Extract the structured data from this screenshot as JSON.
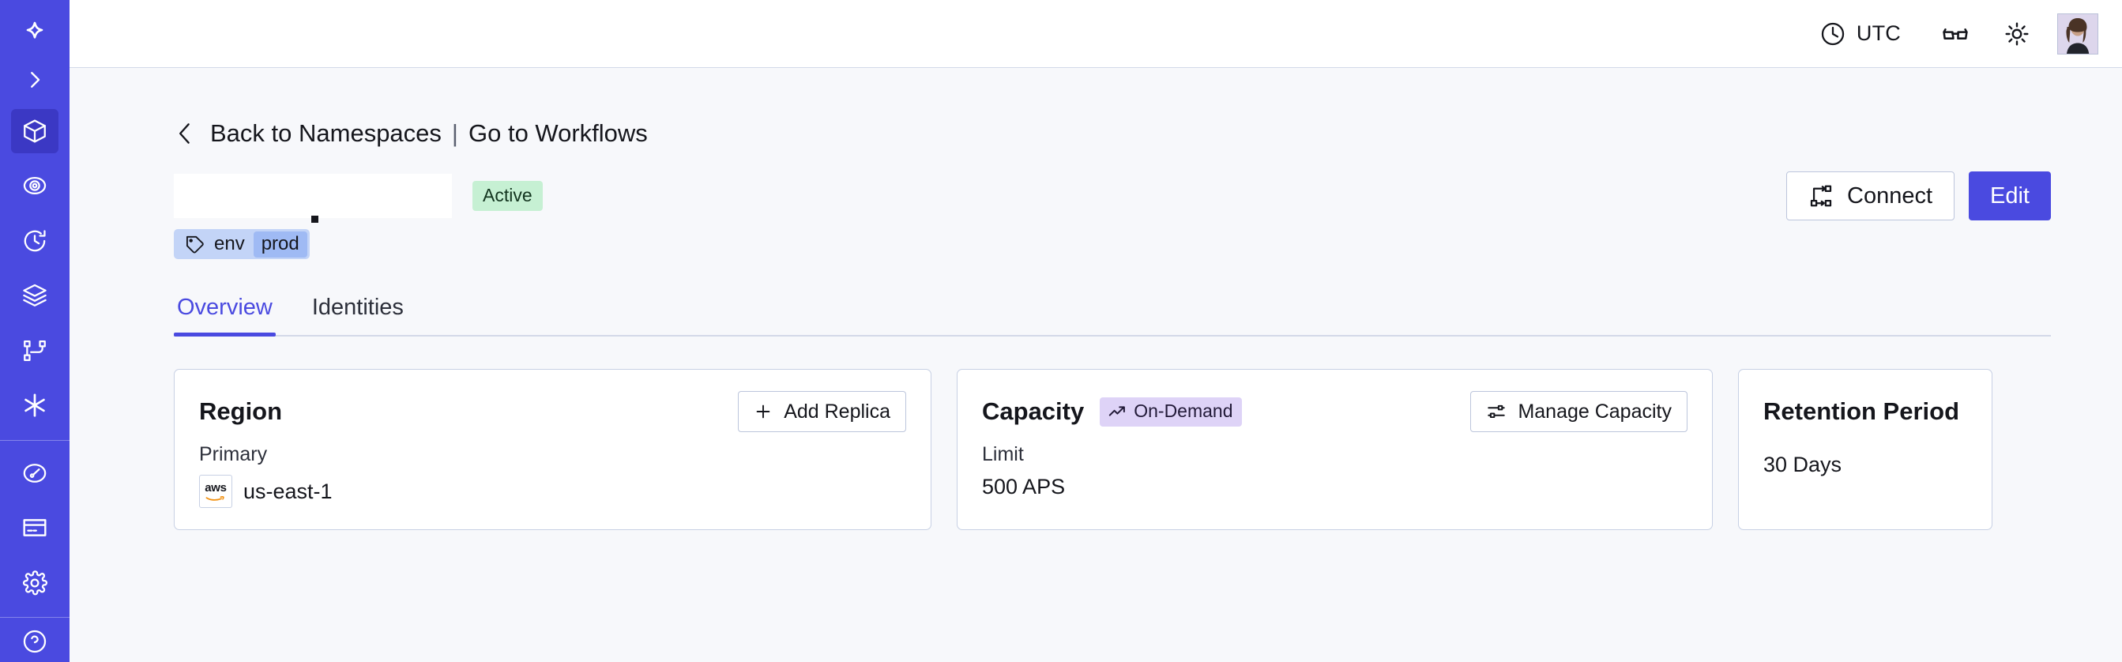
{
  "sidebar": {
    "logo_icon": "temporal-logo-icon",
    "expand_icon": "chevron-right-icon",
    "items": [
      {
        "name": "namespaces",
        "icon": "cube-icon",
        "active": true
      },
      {
        "name": "observability",
        "icon": "eye-spiral-icon",
        "active": false
      },
      {
        "name": "history",
        "icon": "clock-rotate-icon",
        "active": false
      },
      {
        "name": "stacks",
        "icon": "layers-icon",
        "active": false
      },
      {
        "name": "workflows",
        "icon": "git-branch-icon",
        "active": false
      },
      {
        "name": "integrations",
        "icon": "asterisk-icon",
        "active": false
      }
    ],
    "bottom_items": [
      {
        "name": "usage",
        "icon": "gauge-icon"
      },
      {
        "name": "billing",
        "icon": "credit-card-icon"
      },
      {
        "name": "settings",
        "icon": "gear-icon"
      }
    ]
  },
  "topbar": {
    "timezone_icon": "clock-icon",
    "timezone_label": "UTC",
    "reading_icon": "glasses-icon",
    "theme_icon": "sun-icon",
    "avatar_icon": "user-avatar"
  },
  "breadcrumb": {
    "back_icon": "chevron-left-icon",
    "back_label": "Back to Namespaces",
    "separator": "|",
    "forward_label": "Go to Workflows"
  },
  "header": {
    "namespace_name": "",
    "status_badge": "Active",
    "connect_icon": "connect-flow-icon",
    "connect_label": "Connect",
    "edit_label": "Edit"
  },
  "tag": {
    "icon": "tag-icon",
    "key": "env",
    "value": "prod"
  },
  "tabs": [
    {
      "label": "Overview",
      "active": true
    },
    {
      "label": "Identities",
      "active": false
    }
  ],
  "cards": {
    "region": {
      "title": "Region",
      "action_icon": "plus-icon",
      "action_label": "Add Replica",
      "sub_label": "Primary",
      "provider_icon": "aws-logo",
      "provider_text": "aws",
      "value": "us-east-1"
    },
    "capacity": {
      "title": "Capacity",
      "badge_icon": "trending-up-icon",
      "badge_label": "On-Demand",
      "action_icon": "sliders-icon",
      "action_label": "Manage Capacity",
      "sub_label": "Limit",
      "value": "500 APS"
    },
    "retention": {
      "title": "Retention Period",
      "value": "30 Days"
    }
  },
  "annotation": {
    "target": "manage-capacity-button",
    "color": "#e8401f"
  },
  "colors": {
    "sidebar_bg": "#4a4ae0",
    "accent": "#4a4ae0",
    "content_bg": "#f7f8fb",
    "status_active_bg": "#c6f0d3",
    "badge_ondemand_bg": "#ded3f7",
    "tag_bg": "#c3d4f7",
    "tag_value_bg": "#9fbaf4",
    "annotation": "#e8401f"
  }
}
